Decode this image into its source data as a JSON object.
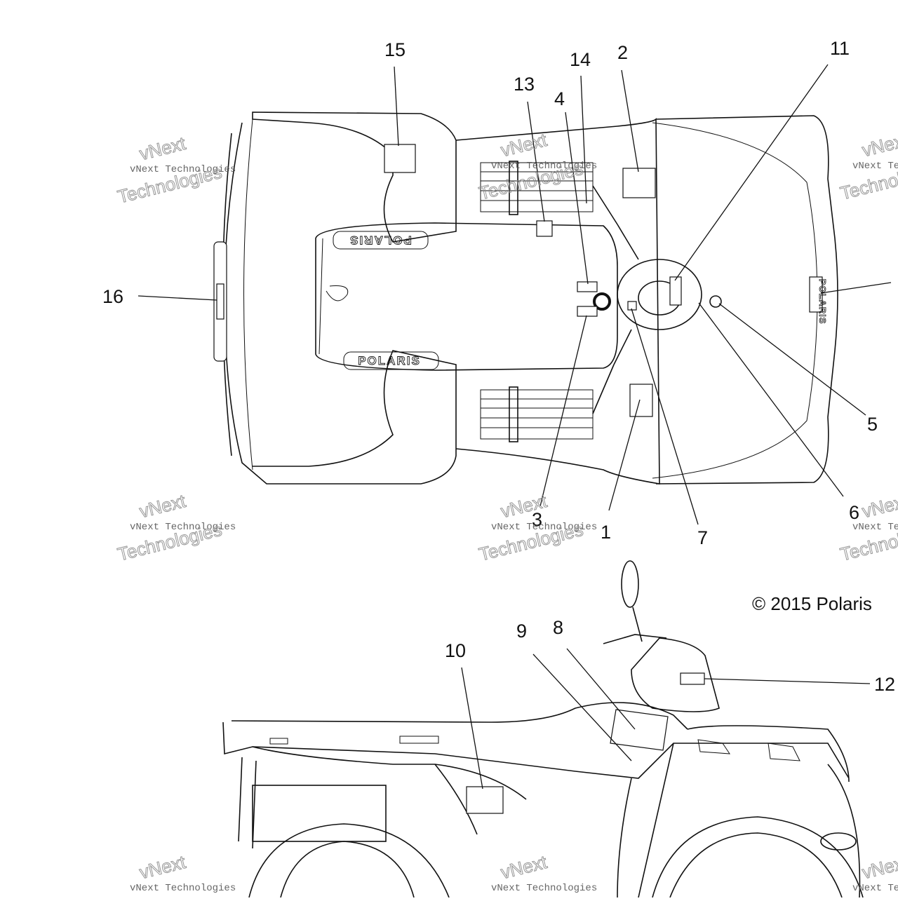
{
  "copyright": "© 2015 Polaris",
  "watermark": {
    "line1": "vNext Technologies",
    "line2": "Technologies",
    "line3": "vNext"
  },
  "callouts": {
    "c1": "1",
    "c2": "2",
    "c3": "3",
    "c4": "4",
    "c5": "5",
    "c6": "6",
    "c7": "7",
    "c8": "8",
    "c9": "9",
    "c10": "10",
    "c11": "11",
    "c12": "12",
    "c13": "13",
    "c14": "14",
    "c15": "15",
    "c16": "16"
  },
  "brand_marks": {
    "seat_top": "POLARIS",
    "seat_bottom": "POLARIS",
    "hood_side": "POLARIS"
  }
}
